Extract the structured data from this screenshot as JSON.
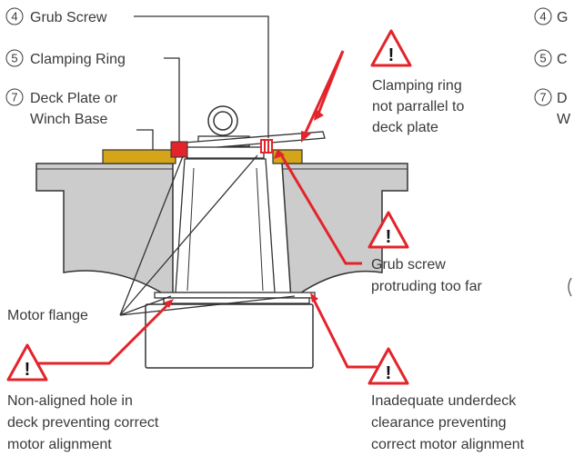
{
  "colors": {
    "accent": "#e3242b",
    "deck_grey": "#cccccc",
    "deck_plate_gold": "#d4a419",
    "line": "#333333",
    "text": "#3a3a3a"
  },
  "icons": [
    "warning-triangle-icon"
  ],
  "legend": [
    {
      "number": "4",
      "label": "Grub Screw"
    },
    {
      "number": "5",
      "label": "Clamping Ring"
    },
    {
      "number": "7",
      "label": "Deck Plate or",
      "label2": "Winch Base"
    }
  ],
  "legend_right": [
    {
      "number": "4",
      "label": "G"
    },
    {
      "number": "5",
      "label": "C"
    },
    {
      "number": "7",
      "label": "D",
      "label2": "W"
    }
  ],
  "labels": {
    "motor_flange": "Motor flange"
  },
  "warnings": [
    {
      "lines": [
        "Clamping ring",
        "not parrallel to",
        "deck plate"
      ]
    },
    {
      "lines": [
        "Grub screw",
        "protruding too far"
      ]
    },
    {
      "lines": [
        "Non-aligned hole in",
        "deck preventing correct",
        "motor alignment"
      ]
    },
    {
      "lines": [
        "Inadequate underdeck",
        "clearance preventing",
        "correct motor alignment"
      ]
    }
  ]
}
